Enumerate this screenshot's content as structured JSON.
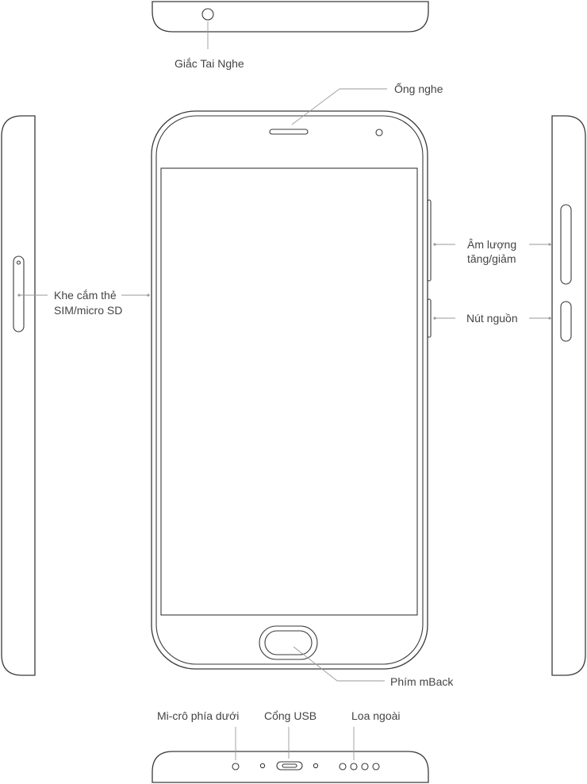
{
  "labels": {
    "headphone_jack": "Giắc Tai Nghe",
    "earpiece": "Ống nghe",
    "sim_slot_line1": "Khe cắm thẻ",
    "sim_slot_line2": "SIM/micro SD",
    "volume_line1": "Âm lượng",
    "volume_line2": "tăng/giảm",
    "power_button": "Nút nguồn",
    "mback_key": "Phím mBack",
    "bottom_mic": "Mi-crô phía dưới",
    "usb_port": "Cổng USB",
    "speaker": "Loa ngoài"
  },
  "colors": {
    "outline": "#3a3a3a",
    "leader": "#9a9a9a",
    "text": "#444444"
  }
}
